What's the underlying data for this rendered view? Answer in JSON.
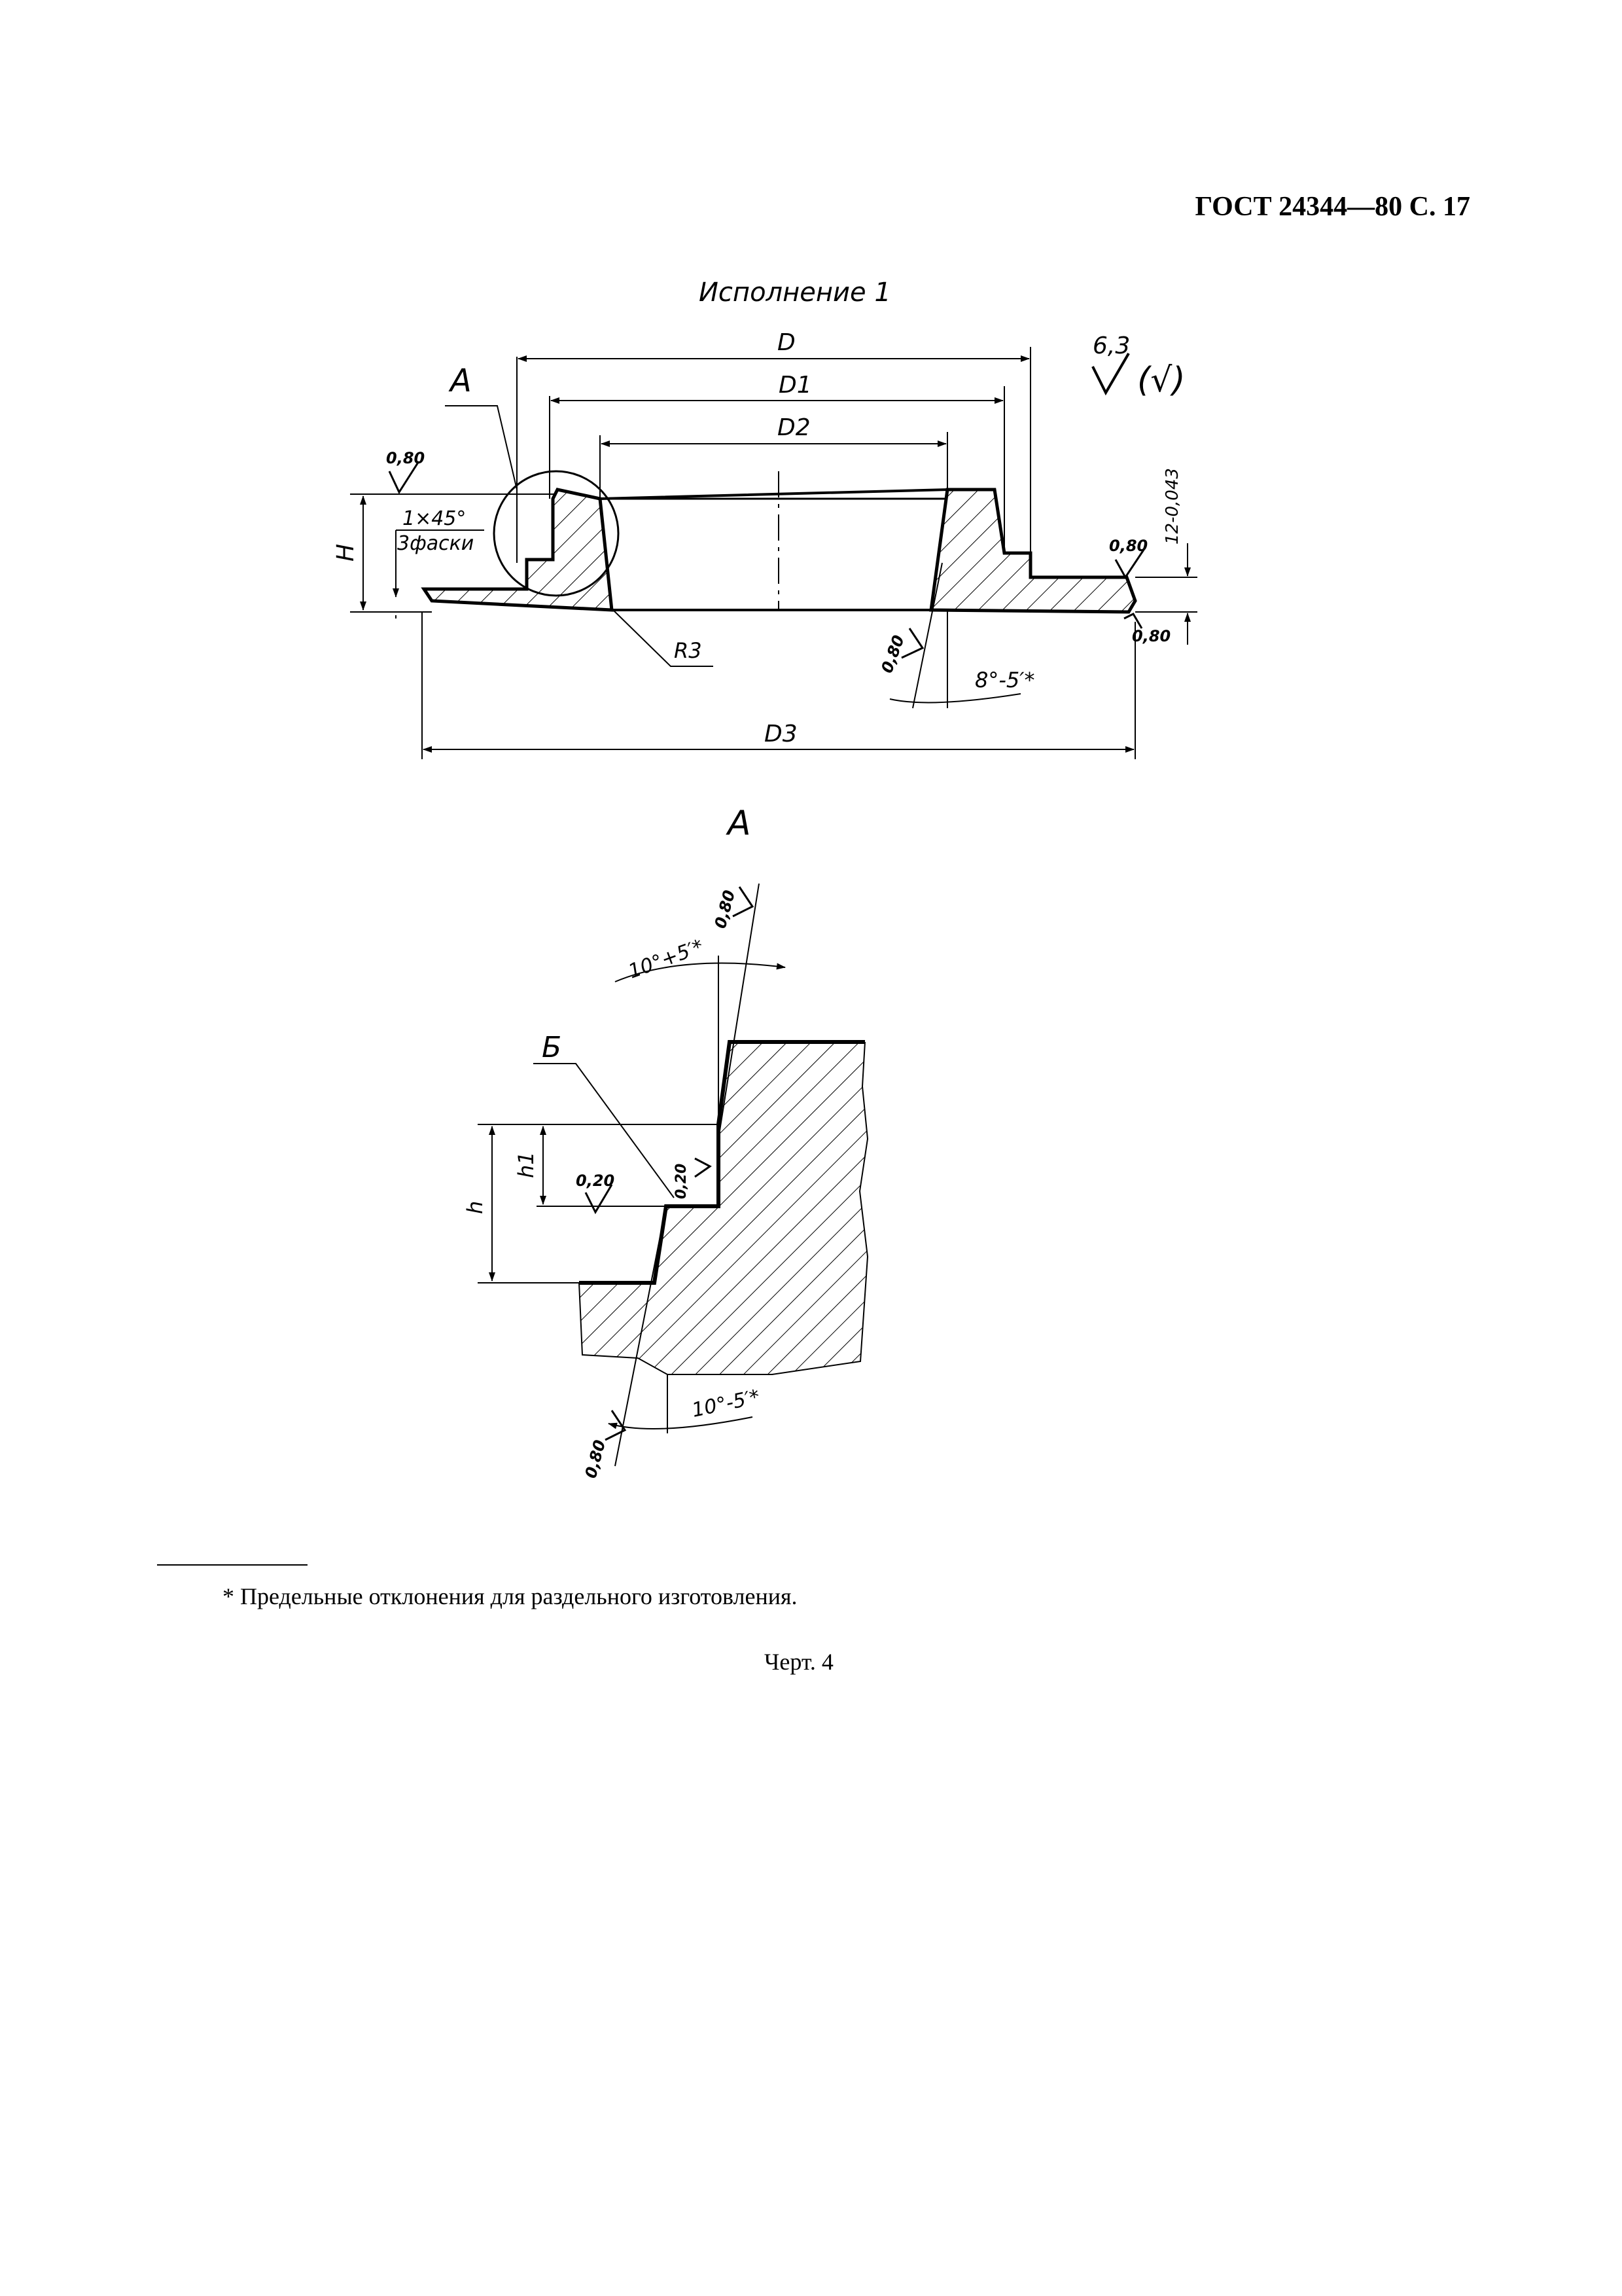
{
  "header": {
    "title": "ГОСТ 24344—80 С. 17"
  },
  "drawing": {
    "variant_title": "Исполнение 1",
    "dims": {
      "D": "D",
      "D1": "D1",
      "D2": "D2",
      "D3": "D3",
      "H": "H",
      "h": "h",
      "h1": "h1"
    },
    "view_label_a": "А",
    "detail_title": "А",
    "label_b": "Б",
    "radius": "R3",
    "chamfer_line1": "1×45°",
    "chamfer_line2": "3фаски",
    "thickness_tol": "12-0,043",
    "angle_main": "8°-5′*",
    "angle_upper": "10°+5′*",
    "angle_lower": "10°-5′*",
    "roughness_general_value": "6,3",
    "roughness_general_paren": "(√)",
    "roughness_080": "0,80",
    "roughness_020": "0,20"
  },
  "footnote": {
    "text": "* Предельные отклонения для раздельного изготовления."
  },
  "caption": {
    "text": "Черт. 4"
  }
}
